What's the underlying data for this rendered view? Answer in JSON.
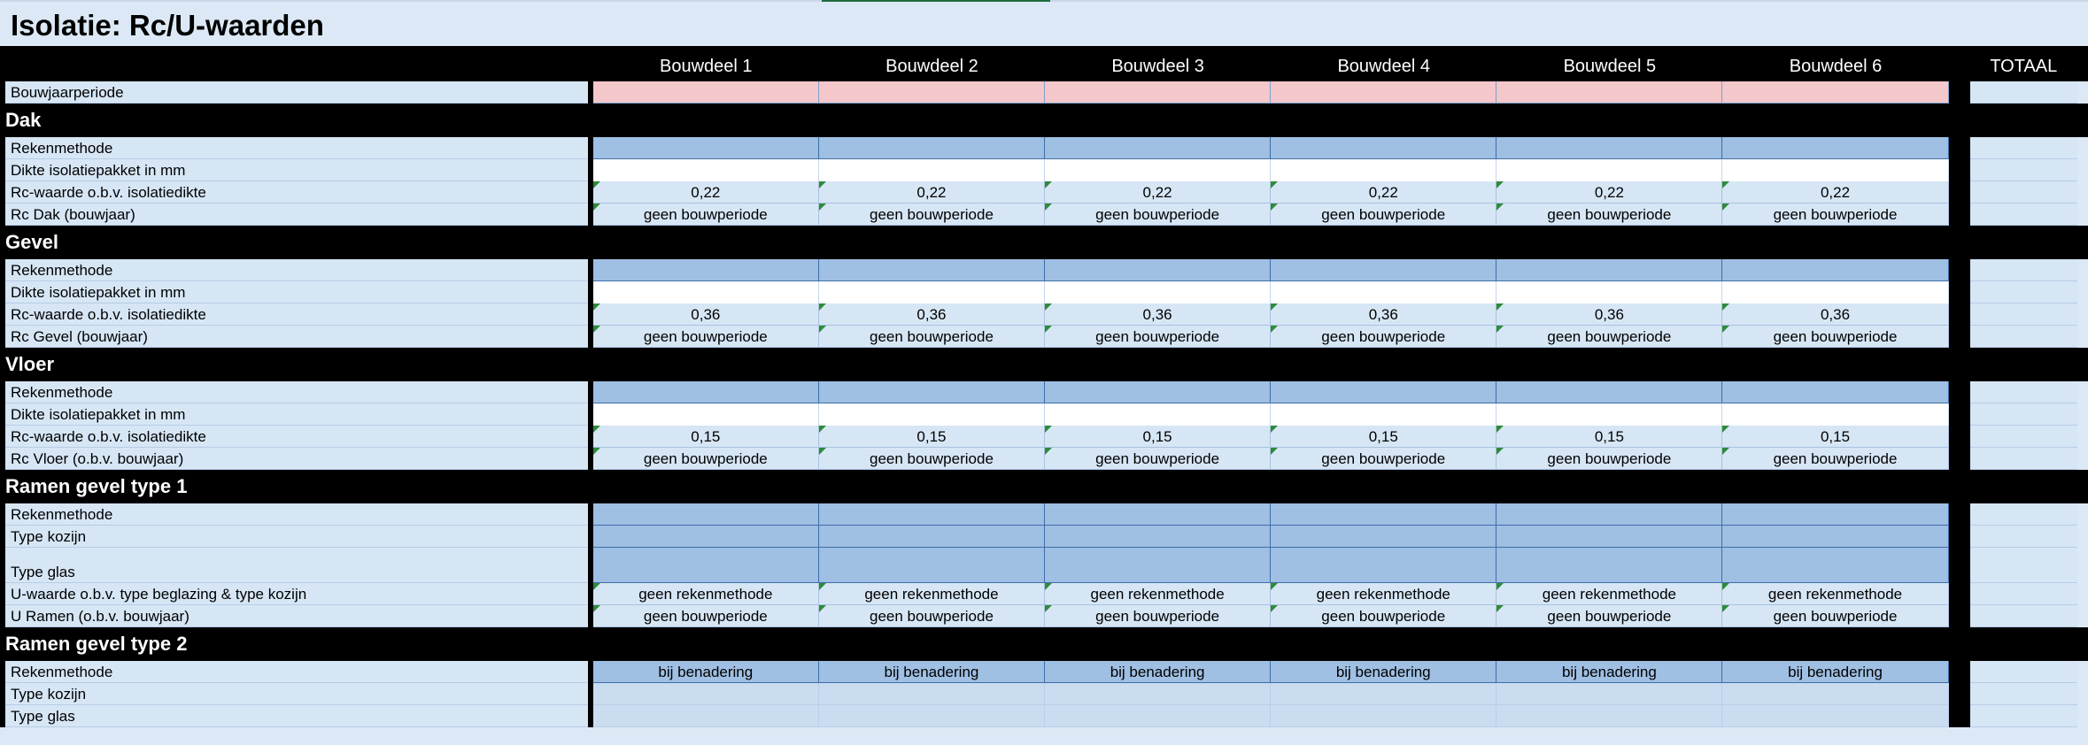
{
  "title": "Isolatie: Rc/U-waarden",
  "columns": [
    "Bouwdeel 1",
    "Bouwdeel 2",
    "Bouwdeel 3",
    "Bouwdeel 4",
    "Bouwdeel 5",
    "Bouwdeel 6"
  ],
  "total_label": "TOTAAL",
  "bouwjaar_label": "Bouwjaarperiode",
  "sections": {
    "dak": {
      "title": "Dak",
      "rekenmethode": "Rekenmethode",
      "dikte": "Dikte isolatiepakket in mm",
      "rc_label": "Rc-waarde o.b.v. isolatiedikte",
      "rc_value": "0,22",
      "rc_bj_label": "Rc Dak (bouwjaar)",
      "rc_bj_value": "geen bouwperiode"
    },
    "gevel": {
      "title": "Gevel",
      "rekenmethode": "Rekenmethode",
      "dikte": "Dikte isolatiepakket in mm",
      "rc_label": "Rc-waarde o.b.v. isolatiedikte",
      "rc_value": "0,36",
      "rc_bj_label": "Rc Gevel (bouwjaar)",
      "rc_bj_value": "geen bouwperiode"
    },
    "vloer": {
      "title": "Vloer",
      "rekenmethode": "Rekenmethode",
      "dikte": "Dikte isolatiepakket in mm",
      "rc_label": "Rc-waarde o.b.v. isolatiedikte",
      "rc_value": "0,15",
      "rc_bj_label": "Rc Vloer (o.b.v. bouwjaar)",
      "rc_bj_value": "geen bouwperiode"
    },
    "ramen1": {
      "title": "Ramen gevel type 1",
      "rekenmethode": "Rekenmethode",
      "kozijn": "Type kozijn",
      "glas": "Type glas",
      "u_label": "U-waarde o.b.v. type beglazing & type kozijn",
      "u_value": "geen rekenmethode",
      "u_bj_label": "U Ramen (o.b.v. bouwjaar)",
      "u_bj_value": "geen bouwperiode"
    },
    "ramen2": {
      "title": "Ramen gevel type 2",
      "rekenmethode": "Rekenmethode",
      "rekenmethode_value": "bij benadering",
      "kozijn": "Type kozijn",
      "glas": "Type glas"
    }
  },
  "colors": {
    "header_bg": "#000000",
    "label_bg": "#d6e6f5",
    "input_pink": "#f4c7cb",
    "input_blue": "#9fbfe3",
    "indicator_green": "#2f8a3a"
  }
}
